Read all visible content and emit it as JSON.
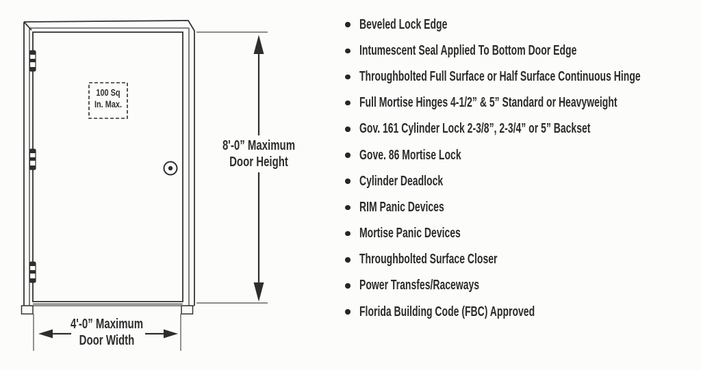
{
  "colors": {
    "ink": "#2e2e2e",
    "background": "#fcfcfb"
  },
  "diagram": {
    "window_label": {
      "line1": "100 Sq",
      "line2": "In. Max."
    },
    "height_label": {
      "line1": "8'-0” Maximum",
      "line2": "Door Height"
    },
    "width_label": {
      "line1": "4'-0” Maximum",
      "line2": "Door Width"
    }
  },
  "features": {
    "items": [
      "Beveled Lock Edge",
      "Intumescent Seal Applied To Bottom Door Edge",
      "Throughbolted Full Surface or Half Surface Continuous Hinge",
      "Full Mortise Hinges 4-1/2” & 5” Standard or Heavyweight",
      "Gov. 161 Cylinder Lock 2-3/8”, 2-3/4” or 5” Backset",
      "Gove. 86 Mortise Lock",
      "Cylinder Deadlock",
      "RIM Panic Devices",
      "Mortise Panic Devices",
      "Throughbolted Surface Closer",
      "Power Transfes/Raceways",
      "Florida Building Code (FBC) Approved"
    ]
  }
}
